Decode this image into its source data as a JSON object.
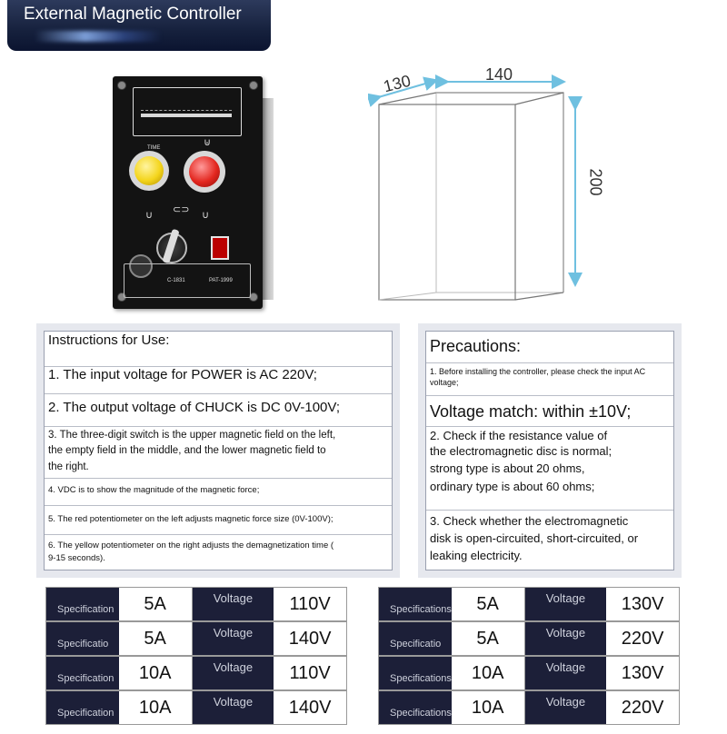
{
  "banner": {
    "title": "External Magnetic Controller"
  },
  "device": {
    "model_left": "C-1831",
    "model_right": "PAT-1999",
    "time_label": "TIME"
  },
  "dimensions": {
    "depth": "130",
    "width": "140",
    "height": "200"
  },
  "instructions": {
    "heading": "Instructions for Use:",
    "items": [
      "1. The input voltage for POWER is AC 220V;",
      "2. The output voltage of CHUCK is DC 0V-100V;",
      "3. The three-digit switch is the upper magnetic field on the left,",
      "the empty field in the middle, and the lower magnetic field to",
      "the right.",
      "4. VDC is to show the magnitude of the magnetic force;",
      "5. The red potentiometer on the left adjusts magnetic force size (0V-100V);",
      "6. The yellow potentiometer on the right adjusts the demagnetization time (",
      "9-15 seconds)."
    ]
  },
  "precautions": {
    "heading": "Precautions:",
    "p1a": "1. Before installing the controller, please check the input AC",
    "p1b": "voltage;",
    "voltage_match": "Voltage match: within ±10V;",
    "p2": [
      "2. Check if the resistance value of",
      "the electromagnetic disc is normal;",
      "strong type is about 20 ohms,",
      "ordinary type is about 60 ohms;"
    ],
    "p3": [
      "3. Check whether the electromagnetic",
      "disk is open-circuited, short-circuited, or",
      "leaking electricity."
    ]
  },
  "specs": {
    "voltage_label": "Voltage",
    "left": [
      {
        "label": "Specification",
        "current": "5A",
        "voltage": "110V"
      },
      {
        "label": "Specificatio",
        "current": "5A",
        "voltage": "140V"
      },
      {
        "label": "Specification",
        "current": "10A",
        "voltage": "110V"
      },
      {
        "label": "Specification",
        "current": "10A",
        "voltage": "140V"
      }
    ],
    "right": [
      {
        "label": "Specifications",
        "current": "5A",
        "voltage": "130V"
      },
      {
        "label": "Specificatio",
        "current": "5A",
        "voltage": "220V"
      },
      {
        "label": "Specifications",
        "current": "10A",
        "voltage": "130V"
      },
      {
        "label": "Specifications",
        "current": "10A",
        "voltage": "220V"
      }
    ]
  }
}
